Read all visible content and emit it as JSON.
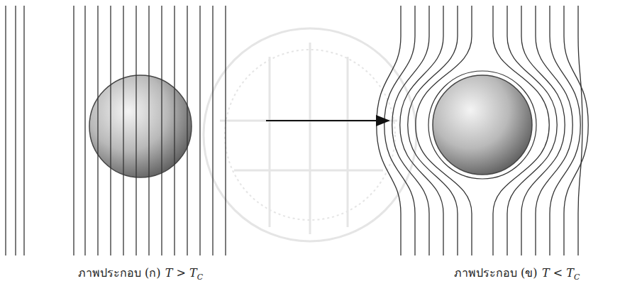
{
  "diagram": {
    "labels": [
      "ภาพประกอบ (ก)",
      "T > T",
      "C",
      "ภาพประกอบ (ข)",
      "T < T",
      "C"
    ]
  }
}
